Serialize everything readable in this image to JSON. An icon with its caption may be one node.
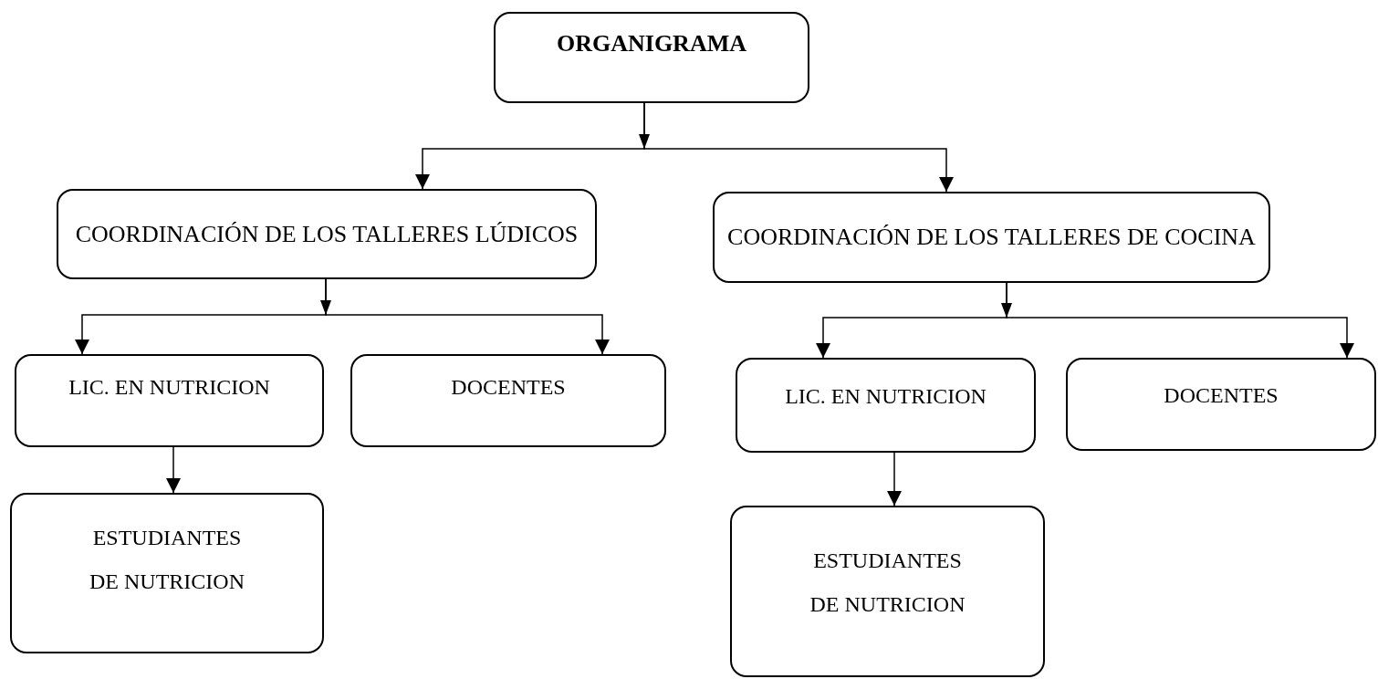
{
  "diagram": {
    "nodes": [
      {
        "text": [
          "ORGANIGRAMA"
        ]
      },
      {
        "text": [
          "COORDINACIÓN DE LOS TALLERES LÚDICOS"
        ]
      },
      {
        "text": [
          "COORDINACIÓN DE LOS TALLERES DE COCINA"
        ]
      },
      {
        "text": [
          "LIC. EN NUTRICION"
        ]
      },
      {
        "text": [
          "DOCENTES"
        ]
      },
      {
        "text": [
          "LIC. EN NUTRICION"
        ]
      },
      {
        "text": [
          "DOCENTES"
        ]
      },
      {
        "text": [
          "ESTUDIANTES DE NUTRICION"
        ]
      },
      {
        "text": [
          "ESTUDIANTES DE NUTRICION"
        ]
      }
    ],
    "edges": [
      {
        "from": 0,
        "to": 1,
        "arrow": "to"
      },
      {
        "from": 0,
        "to": 2,
        "arrow": "to"
      },
      {
        "from": 1,
        "to": 3,
        "arrow": "to"
      },
      {
        "from": 1,
        "to": 4,
        "arrow": "to"
      },
      {
        "from": 2,
        "to": 5,
        "arrow": "to"
      },
      {
        "from": 2,
        "to": 6,
        "arrow": "to"
      },
      {
        "from": 3,
        "to": 7,
        "arrow": "to"
      },
      {
        "from": 5,
        "to": 8,
        "arrow": "to"
      }
    ]
  }
}
